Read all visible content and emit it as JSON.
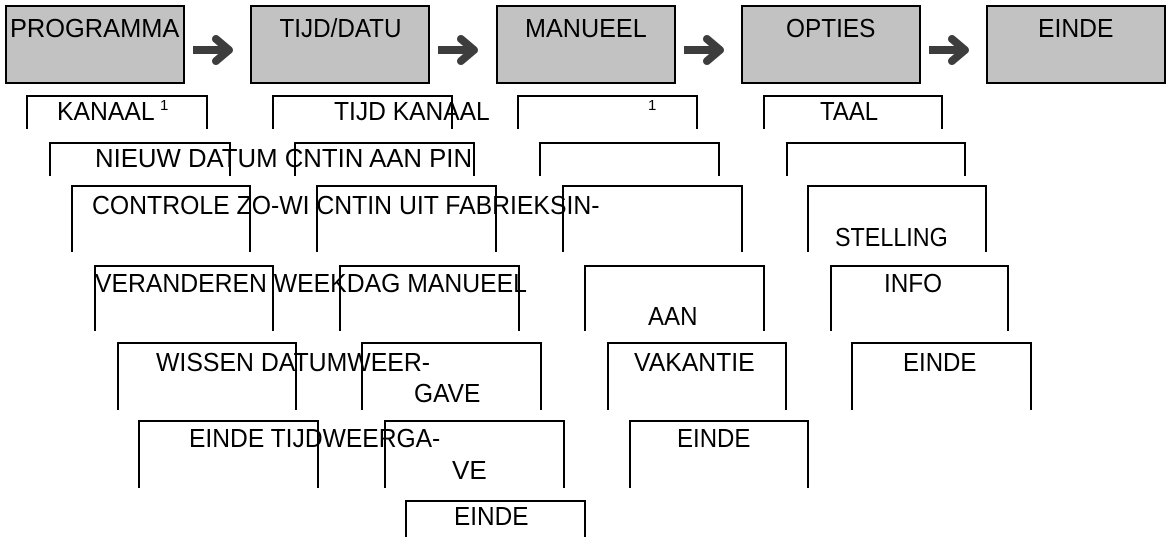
{
  "colors": {
    "background": "#ffffff",
    "box_fill": "#c2c2c2",
    "line": "#000000",
    "arrow": "#3d3d3d"
  },
  "top_menu": {
    "programma": "PROGRAMMA",
    "tijd_datu": "TIJD/DATU",
    "manueel": "MANUEEL",
    "opties": "OPTIES",
    "einde": "EINDE",
    "arrow_icon": "right-arrow-icon"
  },
  "submenu": {
    "line_1": {
      "kanaal": "KANAAL",
      "kanaal_sup": "1",
      "tijd_kanaal": "TIJD KANAAL",
      "manueel_sup": "1",
      "taal": "TAAL"
    },
    "line_2": {
      "text": "NIEUW DATUM CNTIN AAN PIN"
    },
    "line_3": {
      "text": "CONTROLE ZO-WI CNTIN UIT FABRIEKSIN-",
      "stelling": "STELLING"
    },
    "line_4": {
      "text": "VERANDEREN WEEKDAG MANUEEL",
      "info": "INFO",
      "aan": "AAN"
    },
    "line_5": {
      "text": "WISSEN DATUMWEER-",
      "vakantie": "VAKANTIE",
      "einde": "EINDE",
      "gave": "GAVE"
    },
    "line_6": {
      "text": "EINDE TIJDWEERGA-",
      "einde": "EINDE",
      "ve": "VE"
    },
    "line_7": {
      "einde": "EINDE"
    }
  }
}
